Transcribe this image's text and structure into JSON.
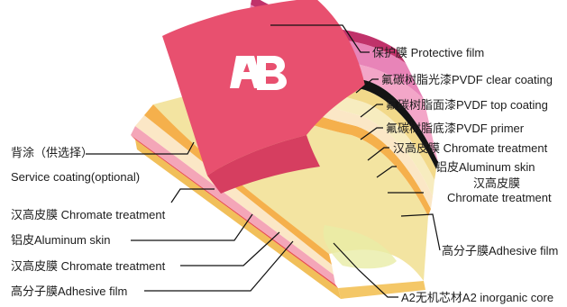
{
  "labels": {
    "protective_film": "保护膜 Protective film",
    "pvdf_clear": "氟碳树脂光漆PVDF clear coating",
    "pvdf_top": "氟碳树脂面漆PVDF top coating",
    "pvdf_primer": "氟碳树脂底漆PVDF primer",
    "chromate_right_1": "汉高皮膜 Chromate treatment",
    "aluminum_right": "铝皮Aluminum skin",
    "chromate_right_2_cn": "汉高皮膜",
    "chromate_right_2_en": "Chromate treatment",
    "adhesive_right": "高分子膜Adhesive film",
    "core": "A2无机芯材A2 inorganic core",
    "back_coating_cn": "背涂（供选择）",
    "back_coating_en": "Service coating(optional)",
    "chromate_left_1": "汉高皮膜 Chromate treatment",
    "aluminum_left": "铝皮Aluminum skin",
    "chromate_left_2": "汉高皮膜 Chromate treatment",
    "adhesive_left": "高分子膜Adhesive film"
  },
  "logo": {
    "text": "AB",
    "color": "#ffffff"
  },
  "colors": {
    "protective_film": "#e8506f",
    "pvdf_clear": "#c0326a",
    "pvdf_top": "#e884b8",
    "pvdf_primer": "#f3a6c8",
    "black_band": "#141414",
    "chromate": "#f2e2a8",
    "aluminum": "#f7ecbf",
    "adhesive": "#f5b04c",
    "core_top": "#f3e4a1",
    "core_side": "#f4c767",
    "back_red": "#e8504f",
    "back_pink": "#f4a6b8",
    "leader": "#111111"
  }
}
